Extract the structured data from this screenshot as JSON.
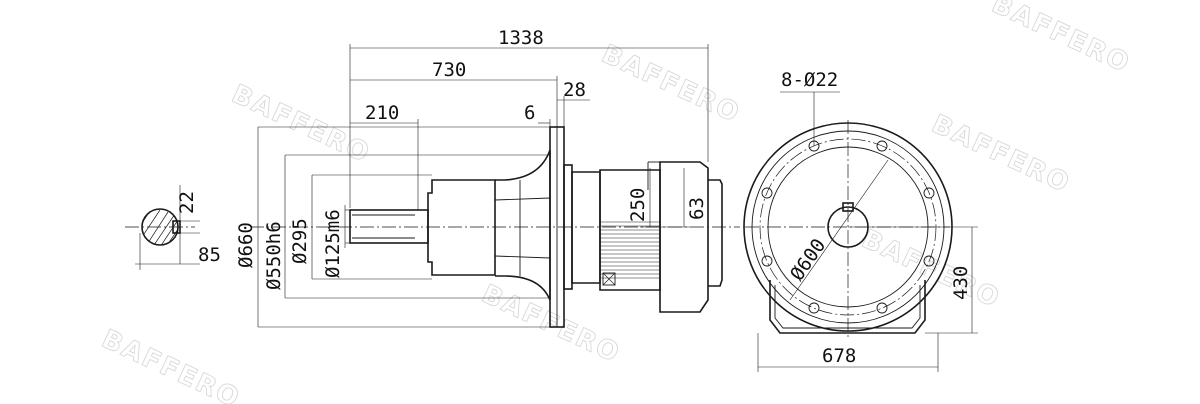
{
  "dimensions": {
    "overall_length": "1338",
    "flange_to_end": "730",
    "shaft_length": "210",
    "flange_offset": "6",
    "flange_thickness": "28",
    "key_width": "22",
    "shaft_height": "85",
    "flange_outer_dia": "Ø660",
    "pilot_dia": "Ø550h6",
    "inner_dia": "Ø295",
    "shaft_dia": "Ø125m6",
    "motor_height": "250",
    "motor_offset": "63",
    "bolt_holes": "8-Ø22",
    "bolt_circle": "Ø600",
    "end_view_height": "430",
    "end_view_width": "678"
  },
  "watermark": {
    "text": "BAFFERO"
  }
}
